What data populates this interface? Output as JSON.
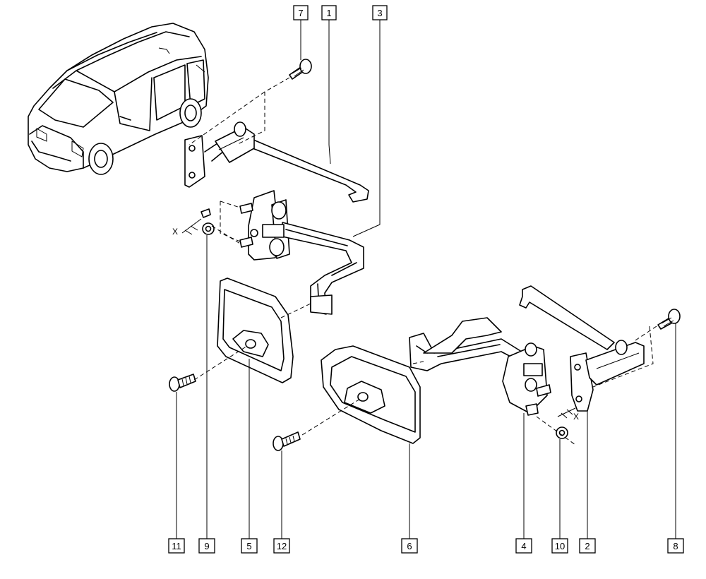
{
  "callouts": [
    {
      "id": "7",
      "value": "7"
    },
    {
      "id": "1",
      "value": "1"
    },
    {
      "id": "3",
      "value": "3"
    },
    {
      "id": "11",
      "value": "11"
    },
    {
      "id": "9",
      "value": "9"
    },
    {
      "id": "5",
      "value": "5"
    },
    {
      "id": "12",
      "value": "12"
    },
    {
      "id": "6",
      "value": "6"
    },
    {
      "id": "4",
      "value": "4"
    },
    {
      "id": "10",
      "value": "10"
    },
    {
      "id": "2",
      "value": "2"
    },
    {
      "id": "8",
      "value": "8"
    }
  ],
  "axis_markers": {
    "left": "X",
    "right": "X"
  },
  "colors": {
    "line": "#000000",
    "background": "#ffffff"
  }
}
